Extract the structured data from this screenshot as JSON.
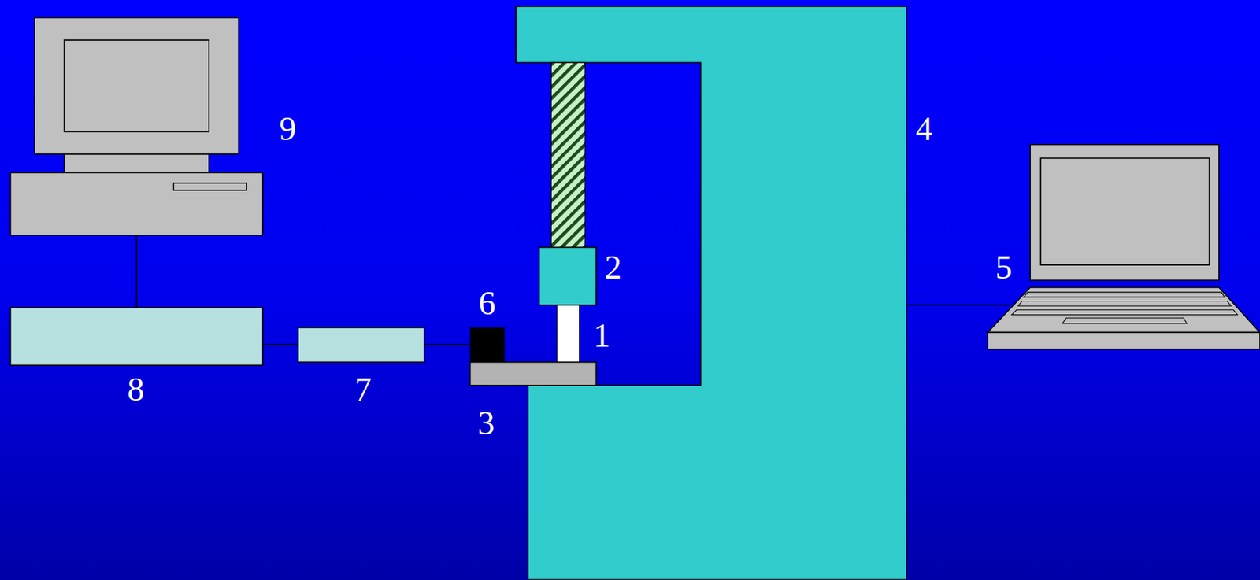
{
  "diagram": {
    "labels": [
      "9",
      "4",
      "2",
      "5",
      "6",
      "1",
      "8",
      "7",
      "3"
    ]
  }
}
